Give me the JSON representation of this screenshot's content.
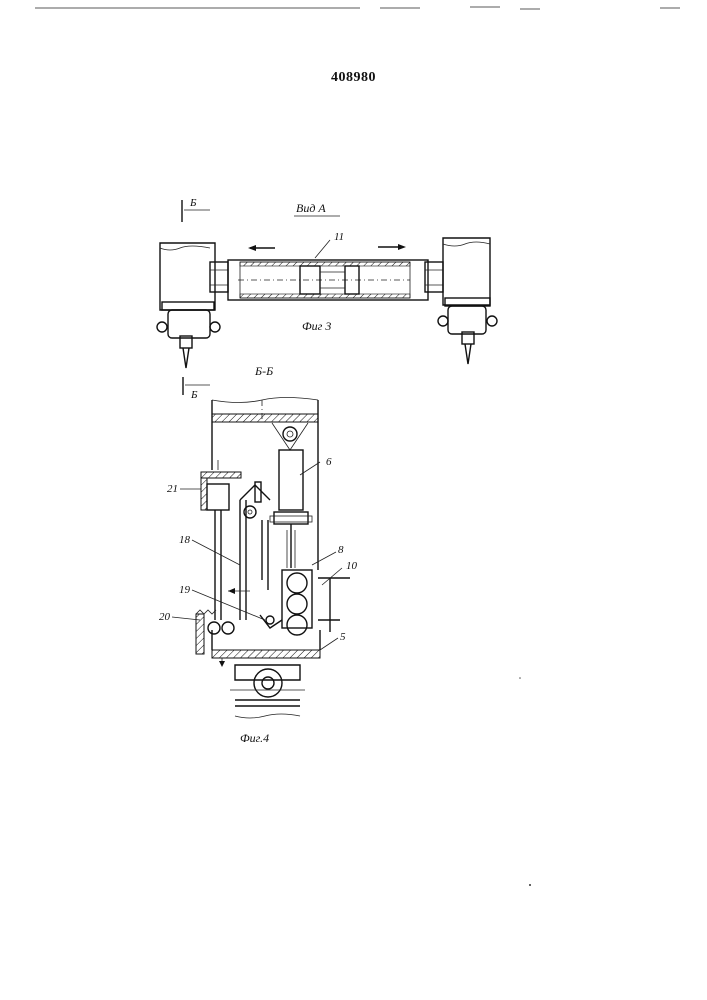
{
  "header": {
    "patent_number": "408980"
  },
  "fig3": {
    "view_label": "Вид А",
    "section_mark_top": "Б",
    "part_label": "11",
    "caption": "Фиг 3"
  },
  "fig4": {
    "section_title": "Б-Б",
    "section_mark": "Б",
    "caption": "Фиг.4",
    "part_labels": {
      "p6": "6",
      "p21": "21",
      "p18": "18",
      "p8": "8",
      "p10": "10",
      "p19": "19",
      "p20": "20",
      "p5": "5"
    }
  }
}
